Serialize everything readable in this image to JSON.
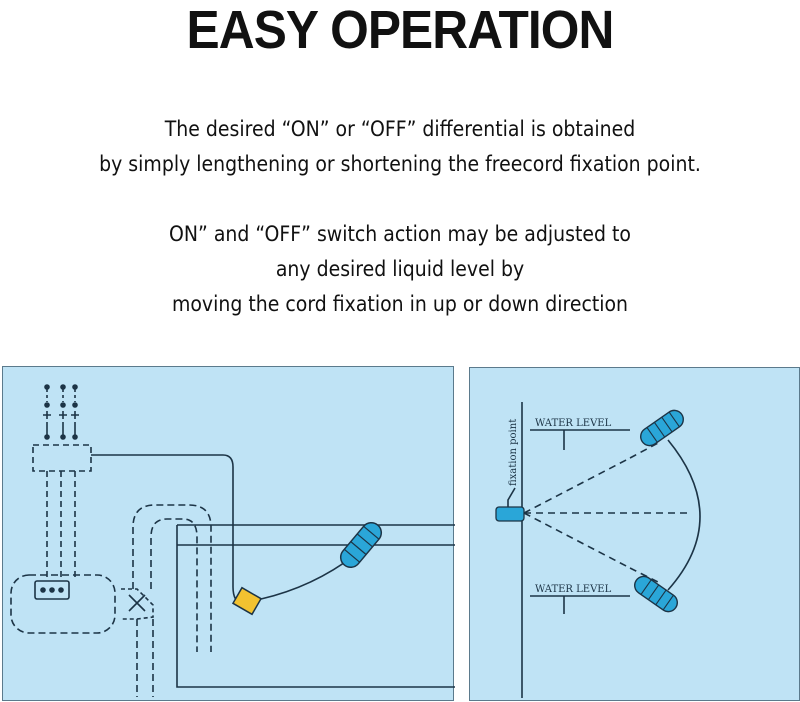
{
  "heading": {
    "title": "EASY OPERATION"
  },
  "paragraph1": {
    "line1": "The desired “ON” or “OFF” differential is obtained",
    "line2": "by simply lengthening or shortening  the freecord fixation point."
  },
  "paragraph2": {
    "line1": "ON” and “OFF” switch action may be adjusted to",
    "line2": "any desired liquid level by",
    "line3": "moving the cord fixation in up or down direction"
  },
  "diagram_right": {
    "water_level_top": "WATER LEVEL",
    "water_level_bottom": "WATER LEVEL",
    "fixation_label": "fixation point"
  },
  "colors": {
    "panel_bg": "#bfe3f5",
    "line": "#1c3446",
    "float_body": "#2aa6d8",
    "weight": "#f2c230"
  },
  "icons": {
    "float_switch": "float-switch-icon",
    "counterweight": "counterweight-icon",
    "pump": "pump-icon",
    "contactor": "contactor-icon"
  }
}
